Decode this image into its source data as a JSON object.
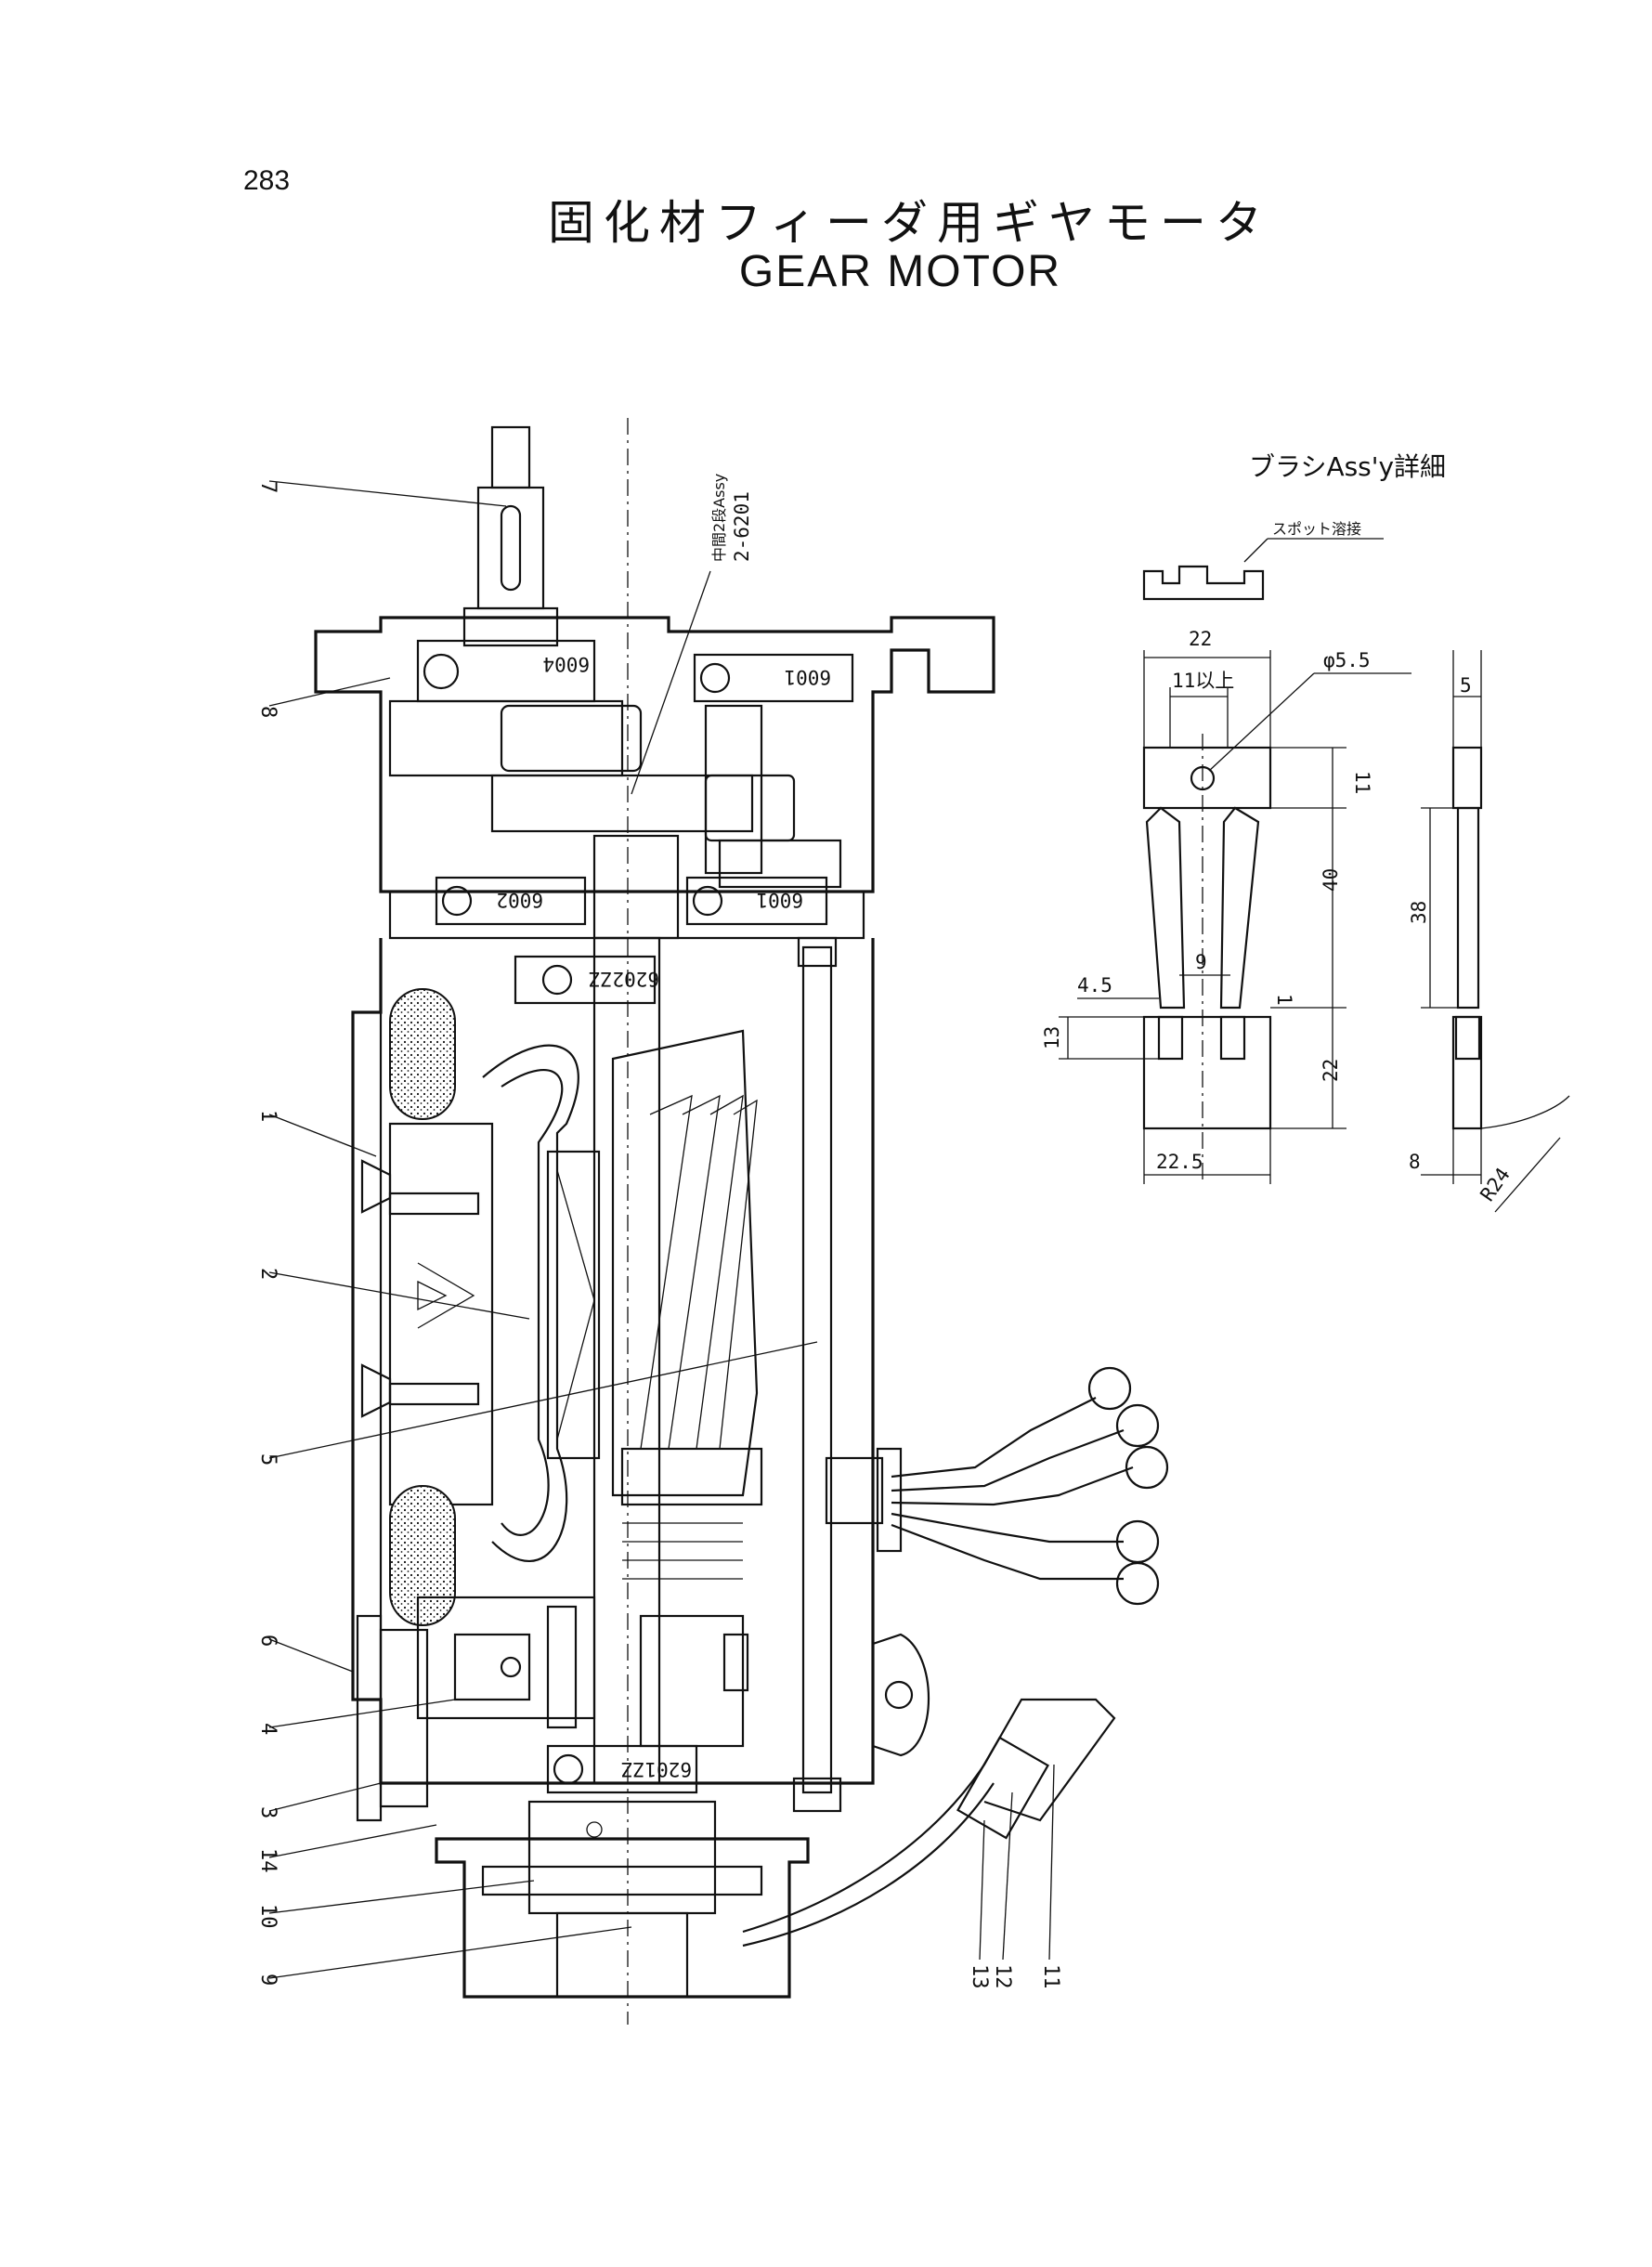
{
  "page_number": "283",
  "title_jp": "固化材フィーダ用ギヤモータ",
  "title_en": "GEAR  MOTOR",
  "brush_detail": {
    "title": "ブラシAss'y詳細",
    "note": "スポット溶接",
    "dims": {
      "d22_top": "22",
      "d11_min": "11以上",
      "phi": "φ5.5",
      "d5": "5",
      "d11_side": "11",
      "d40": "40",
      "d38": "38",
      "d9": "9",
      "d4_5": "4.5",
      "d1": "1",
      "d13": "13",
      "d22_side": "22",
      "d22_5": "22.5",
      "d8": "8",
      "r24": "R24"
    }
  },
  "gear_assy_label": "中間2段Assy",
  "gear_assy_code": "2-6201",
  "bearings": {
    "b6004": "6004",
    "b6001_top": "6001",
    "b6002": "6002",
    "b6001_mid": "6001",
    "b6202": "6202ZZ",
    "b6201": "6201ZZ"
  },
  "part_labels": [
    "7",
    "8",
    "1",
    "2",
    "5",
    "6",
    "4",
    "3",
    "14",
    "10",
    "9",
    "13",
    "12",
    "11"
  ]
}
